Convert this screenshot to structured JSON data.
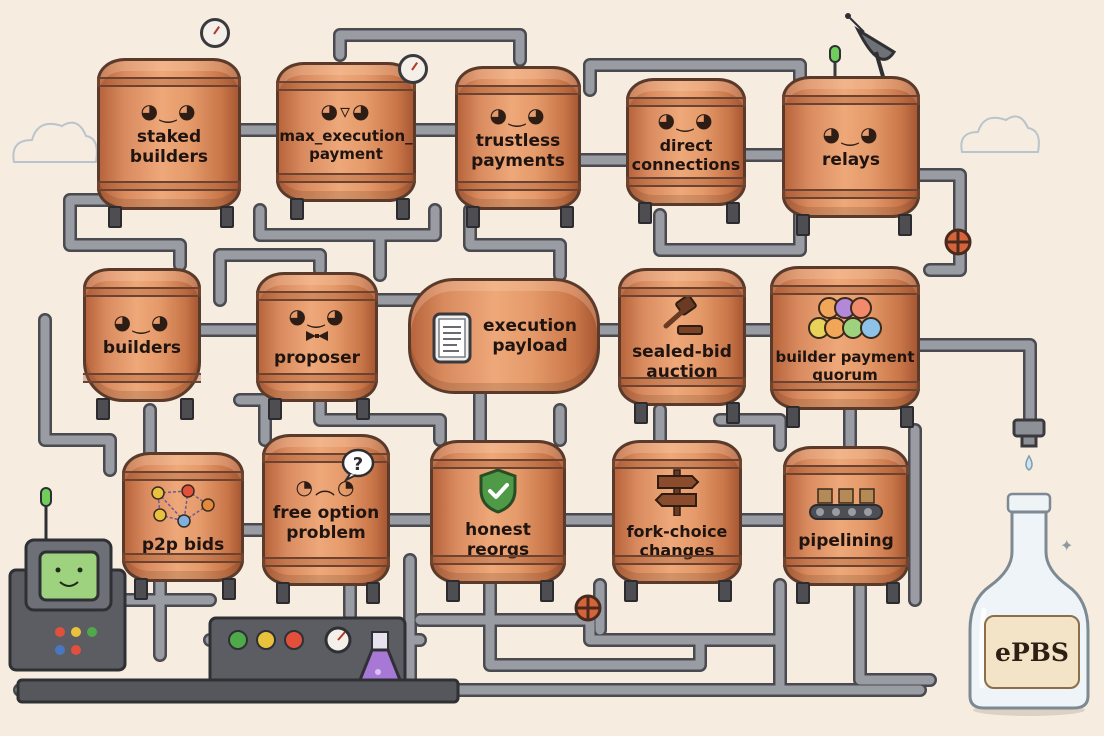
{
  "tanks": {
    "staked_builders": "staked\nbuilders",
    "max_execution_payment": "max_execution_\npayment",
    "trustless_payments": "trustless\npayments",
    "direct_connections": "direct\nconnections",
    "relays": "relays",
    "builders": "builders",
    "proposer": "proposer",
    "execution_payload": "execution\npayload",
    "sealed_bid_auction": "sealed-bid\nauction",
    "builder_payment_quorum": "builder payment\nquorum",
    "p2p_bids": "p2p bids",
    "free_option_problem": "free option\nproblem",
    "honest_reorgs": "honest\nreorgs",
    "fork_choice_changes": "fork-choice\nchanges",
    "pipelining": "pipelining"
  },
  "bottle_label": "ePBS",
  "icons": {
    "execution_payload": "document-icon",
    "sealed_bid_auction": "gavel-icon",
    "builder_payment_quorum": "smiley-group-icon",
    "p2p_bids": "network-nodes-icon",
    "free_option_problem": "question-bubble-icon",
    "honest_reorgs": "shield-check-icon",
    "fork_choice_changes": "signpost-icon",
    "pipelining": "conveyor-belt-icon",
    "proposer": "bow-tie-icon",
    "relays": "satellite-dish-icon"
  },
  "colors": {
    "copper": "#e59a6a",
    "pipe": "#8e9097",
    "background": "#f6ece0",
    "shield": "#4f9a47",
    "valve": "#d5643a"
  }
}
